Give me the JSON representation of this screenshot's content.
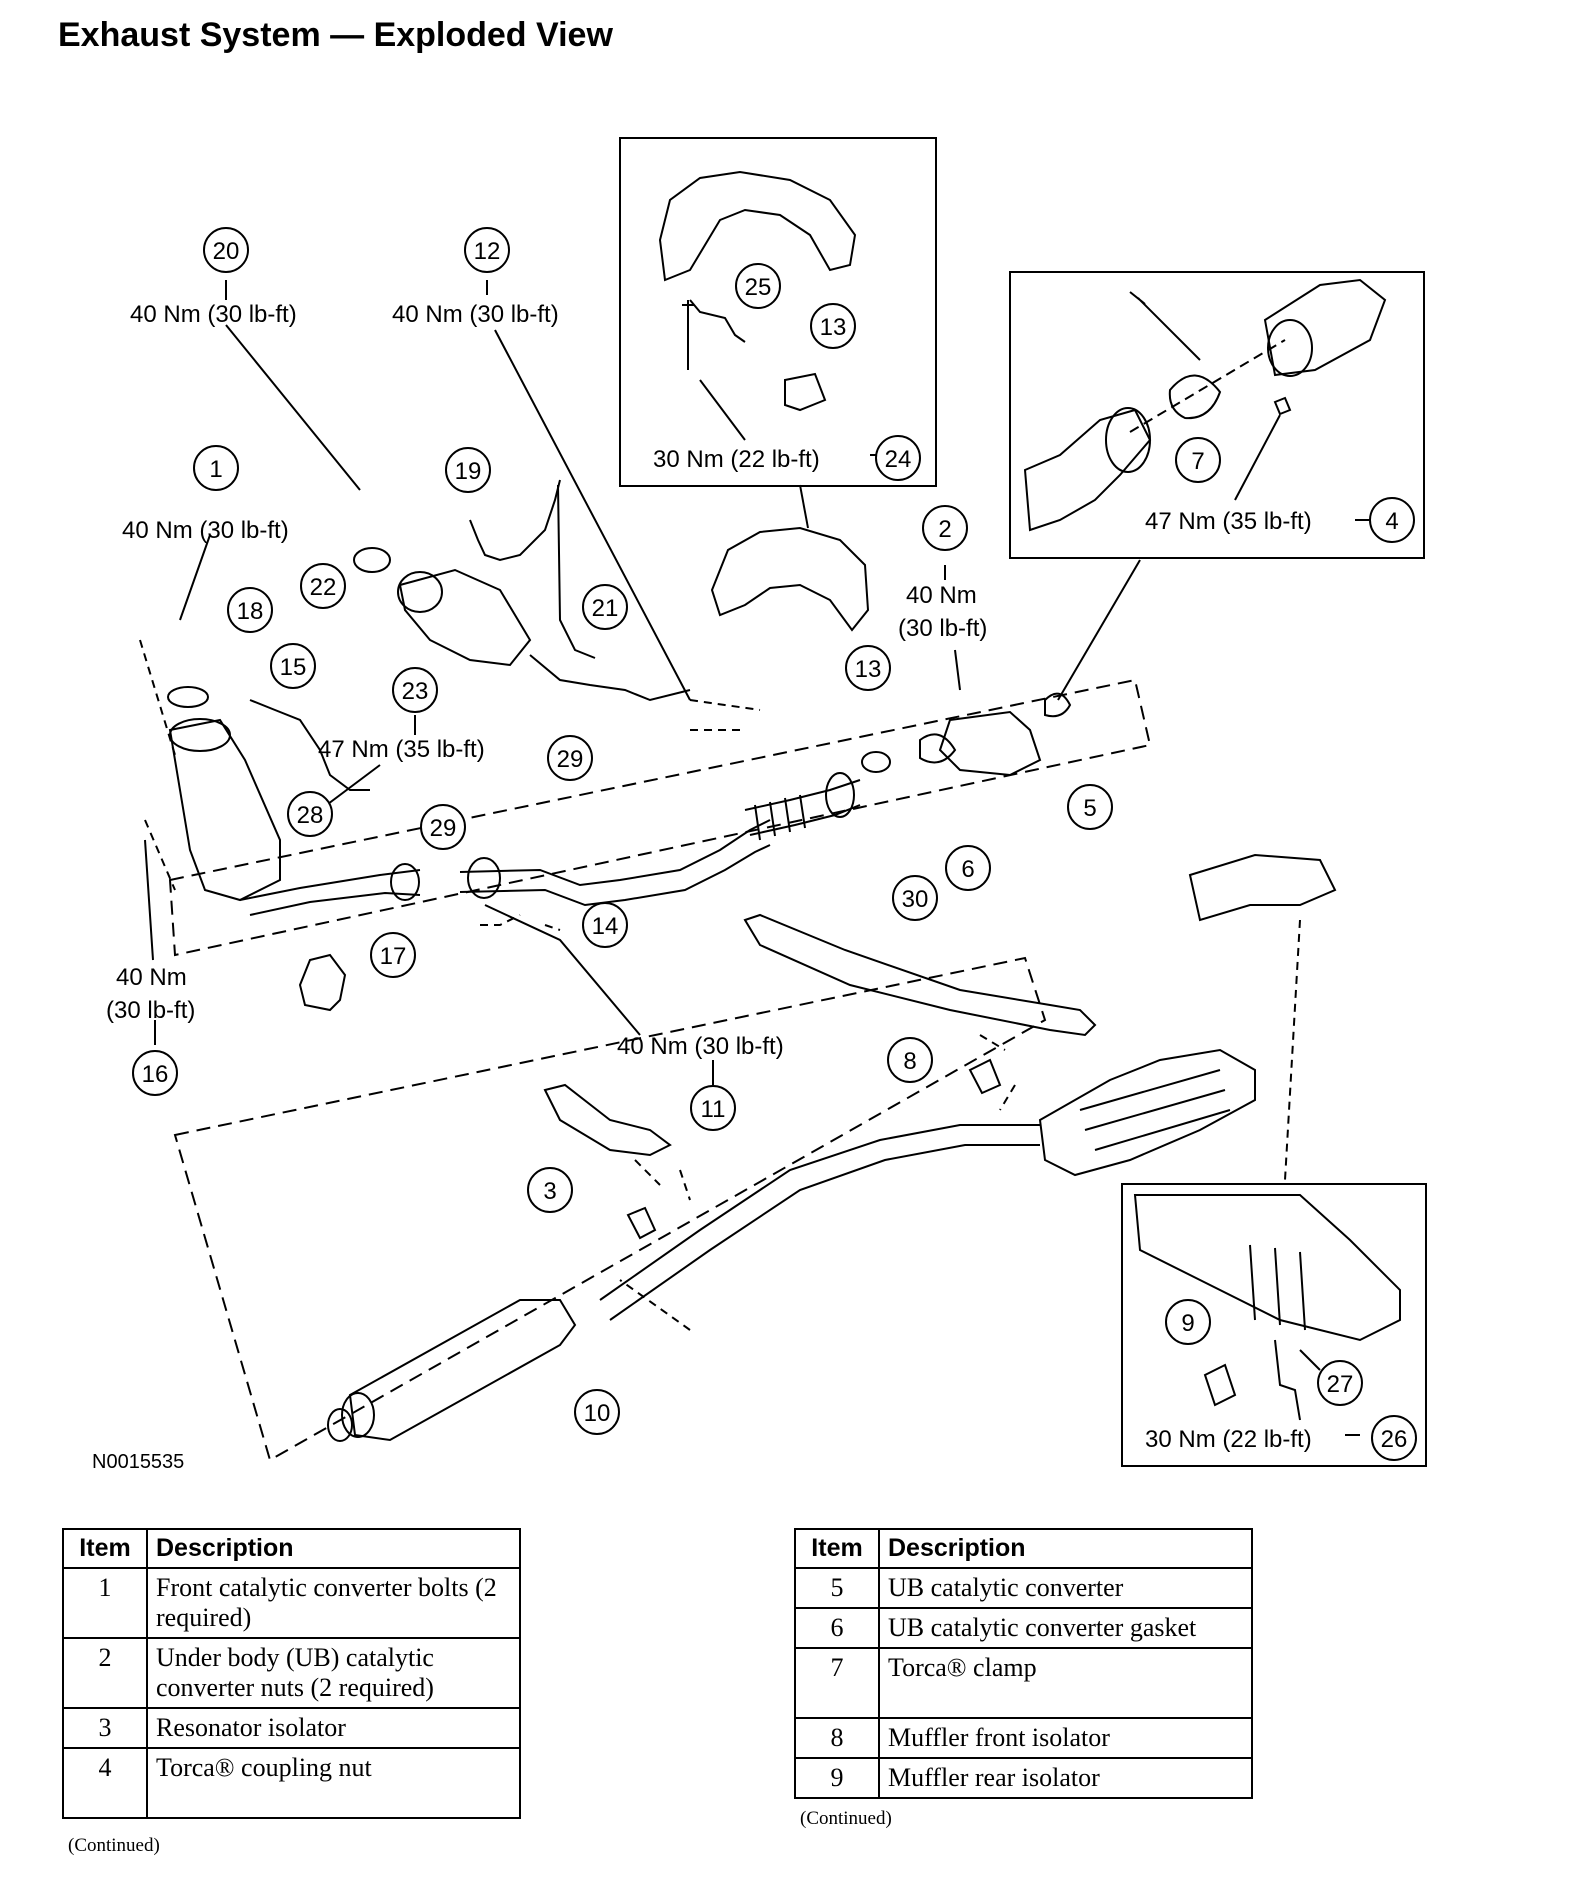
{
  "title": "Exhaust System — Exploded View",
  "figure_code": "N0015535",
  "callouts": {
    "c1": "1",
    "c2": "2",
    "c3": "3",
    "c4": "4",
    "c5": "5",
    "c6": "6",
    "c7": "7",
    "c8": "8",
    "c9": "9",
    "c10": "10",
    "c11": "11",
    "c12": "12",
    "c13a": "13",
    "c13b": "13",
    "c14": "14",
    "c15": "15",
    "c16": "16",
    "c17": "17",
    "c18": "18",
    "c19": "19",
    "c20": "20",
    "c21": "21",
    "c22": "22",
    "c23": "23",
    "c24": "24",
    "c25": "25",
    "c26": "26",
    "c27": "27",
    "c28": "28",
    "c29a": "29",
    "c29b": "29",
    "c30": "30"
  },
  "torques": {
    "t20": "40 Nm (30 lb-ft)",
    "t12": "40 Nm (30 lb-ft)",
    "t1": "40 Nm (30 lb-ft)",
    "t24": "30 Nm (22 lb-ft)",
    "t4": "47 Nm (35 lb-ft)",
    "t2a": "40 Nm",
    "t2b": "(30 lb-ft)",
    "t23": "47 Nm (35 lb-ft)",
    "t16a": "40 Nm",
    "t16b": "(30 lb-ft)",
    "t11": "40 Nm (30 lb-ft)",
    "t26": "30 Nm (22 lb-ft)"
  },
  "table_left": {
    "header_item": "Item",
    "header_desc": "Description",
    "rows": [
      {
        "item": "1",
        "desc": "Front catalytic converter bolts (2 required)"
      },
      {
        "item": "2",
        "desc": "Under body (UB) catalytic converter nuts (2 required)"
      },
      {
        "item": "3",
        "desc": "Resonator isolator"
      },
      {
        "item": "4",
        "desc": "Torca® coupling nut"
      }
    ],
    "continued": "(Continued)"
  },
  "table_right": {
    "header_item": "Item",
    "header_desc": "Description",
    "rows": [
      {
        "item": "5",
        "desc": "UB catalytic converter"
      },
      {
        "item": "6",
        "desc": "UB catalytic converter gasket"
      },
      {
        "item": "7",
        "desc": "Torca® clamp"
      },
      {
        "item": "8",
        "desc": "Muffler front isolator"
      },
      {
        "item": "9",
        "desc": "Muffler rear isolator"
      }
    ],
    "continued": "(Continued)"
  }
}
